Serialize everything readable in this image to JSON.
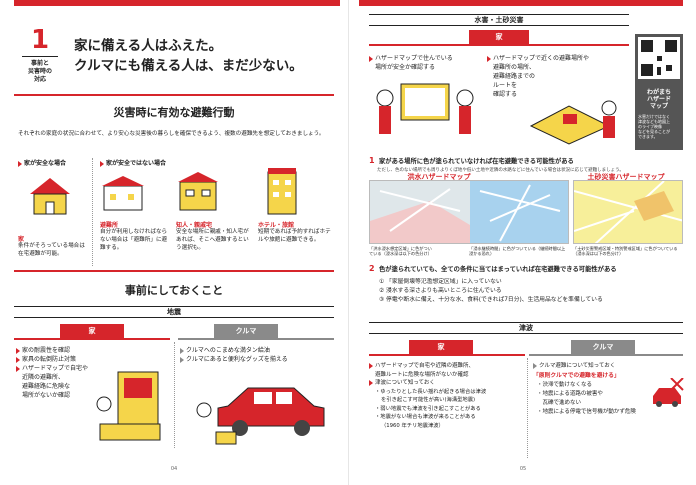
{
  "left": {
    "number": "1",
    "number_sub": "事前と\n災害時の\n対応",
    "headline": "家に備える人はふえた。\nクルマにも備える人は、まだ少ない。",
    "section1_title": "災害時に有効な避難行動",
    "intro": "それぞれの家庭の状況に合わせて、より安心な災害後の暮らしを確保できるよう、複数の避難先を想定しておきましょう。",
    "safe_label": "家が安全な場合",
    "unsafe_label": "家が安全ではない場合",
    "home_title": "家",
    "home_text": "条件がそろっている場合は在宅避難が可能。",
    "shelter_title": "避難所",
    "shelter_text": "自分が利用しなければならない場合は「避難所」に避難する。",
    "relatives_title": "知人・親戚宅",
    "relatives_text": "安全な場所に親戚・知人宅があれば、そこへ避難するという選択も。",
    "hotel_title": "ホテル・旅館",
    "hotel_text": "短期であれば予約すればホテルや旅館に避難できる。",
    "section2_title": "事前にしておくこと",
    "quake_tab": "地震",
    "home_tab": "家",
    "car_tab": "クルマ",
    "home_items": [
      "家の耐震性を確認",
      "家具の転倒防止対策",
      "ハザードマップで自宅や",
      "近隣の避難所、",
      "避難経路に危険な",
      "場所がないか確認"
    ],
    "car_items": [
      "クルマへのこまめな満タン給油",
      "クルマにあると便利なグッズを揃える"
    ],
    "page_number": "04"
  },
  "right": {
    "section_title": "水害・土砂災害",
    "home_tab": "家",
    "bullet_left": [
      "ハザードマップで住んでいる",
      "場所が安全か確認する"
    ],
    "bullet_right": [
      "ハザードマップで近くの避難場所や",
      "避難所の場所、",
      "避難経路までの",
      "ルートを",
      "確認する"
    ],
    "qr_label": "わがまち\nハザード\nマップ",
    "qr_note": "水害だけではなく\n津波なども地図上\nのライブ映像\nなどを見ることが\nできます。",
    "point1_num": "1",
    "point1": "家がある場所に色が塗られていなければ在宅避難できる可能性がある",
    "point1_note": "ただし、色のない場所でも周りよりくぼ地や低い土地や近隣の水路などに住んでいる場合は状況に応じて避難しましょう。",
    "map1_title": "洪水ハザードマップ",
    "map2_title": "土砂災害ハザードマップ",
    "cap1": "「洪水浸水想定区域」に色がついている（浸水深は以下の色分け）",
    "cap2": "「浸水継続時間」に色がついている（継続時間以上浸かる恐れ）",
    "cap3": "「土砂災害警戒区域・特別警戒区域」に色がついている（浸水深は以下の色分け）",
    "point2_num": "2",
    "point2": "色が塗られていても、全ての条件に当てはまっていれば在宅避難できる可能性がある",
    "conditions": [
      "① 「家屋倒壊等氾濫想定区域」に入っていない",
      "② 浸水する深さよりも高いところに住んでいる",
      "③ 停電や断水に備え、十分な水、食料(できれば7日分)、生活用品などを準備している"
    ],
    "tsunami_tab": "津波",
    "home_tab2": "家",
    "car_tab2": "クルマ",
    "tsu_home": [
      "ハザードマップで自宅や近隣の避難所、",
      "避難ルートに危険な場所がないか確認",
      "津波について知っておく",
      "・ゆったりとした長い揺れが起きる場合は津波",
      "を引き起こす可能性が高い(海溝型地震)",
      "・弱い地震でも津波を引き起こすことがある",
      "・地震がない場合も津波が来ることがある",
      "（1960 年チリ地震津波）"
    ],
    "tsu_car_lead": "クルマ避難について知っておく",
    "tsu_car_quote": "「原則クルマでの避難を避ける」",
    "tsu_car_items": [
      "・渋滞で動けなくなる",
      "・地震による道路の被害や",
      "　瓦礫で進めない",
      "・地震による停電で信号機が動かず危険"
    ],
    "page_number": "05"
  }
}
